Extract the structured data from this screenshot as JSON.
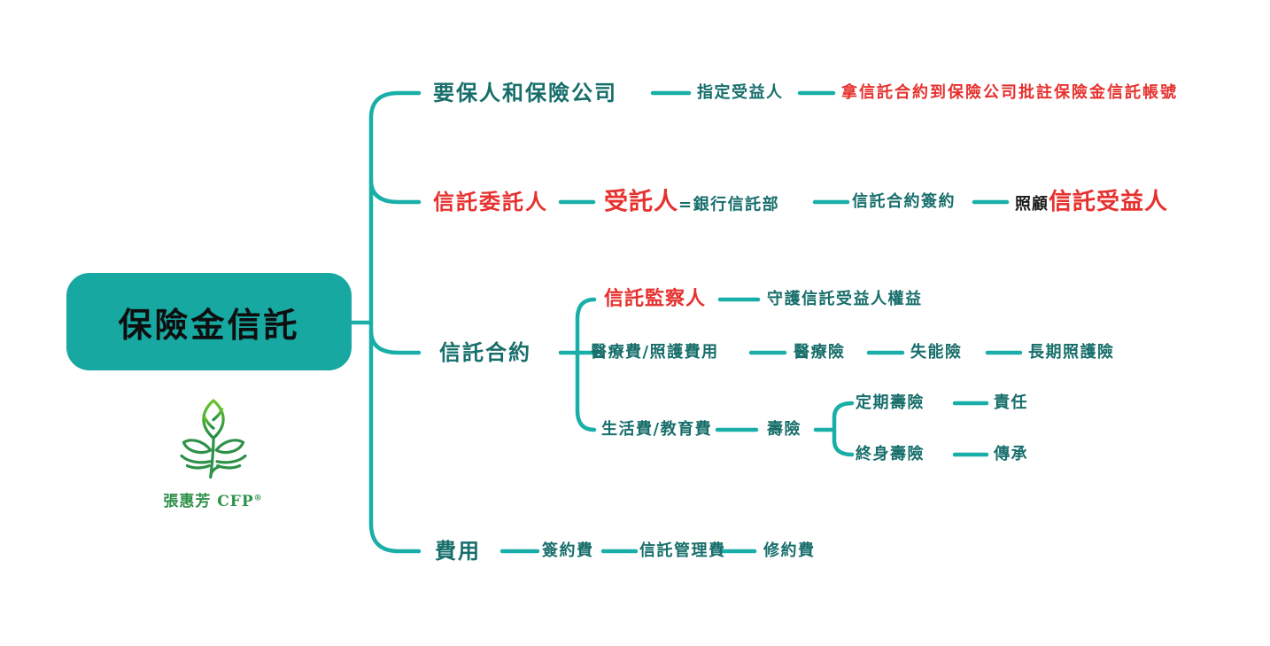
{
  "palette": {
    "line_teal": "#19AFA8",
    "root_fill": "#17A8A2",
    "teal_text": "#176E6B",
    "red_text": "#E6312E",
    "dark_text": "#1C1C1C",
    "logo_green": "#2E9149",
    "logo_green_light": "#6CC52F"
  },
  "logo": {
    "icon": "seedling-leaf-logo",
    "name": "張惠芳 CFP",
    "registered": "®"
  },
  "mindmap": {
    "root": "保險金信託",
    "branch1": {
      "label": "要保人和保險公司",
      "child1": "指定受益人",
      "child2": "拿信託合約到保險公司批註保險金信託帳號"
    },
    "branch2": {
      "label": "信託委託人",
      "trustee": "受託人",
      "trustee_suffix": "=銀行信託部",
      "signing": "信託合約簽約",
      "care_prefix": "照顧",
      "beneficiary": "信託受益人"
    },
    "branch3": {
      "label": "信託合約",
      "supervisor": "信託監察人",
      "supervisor_role": "守護信託受益人權益",
      "medical": "醫療費/照護費用",
      "medical_chain": [
        "醫療險",
        "失能險",
        "長期照護險"
      ],
      "living": "生活費/教育費",
      "life": "壽險",
      "term": "定期壽險",
      "term_value": "責任",
      "whole": "終身壽險",
      "whole_value": "傳承"
    },
    "branch4": {
      "label": "費用",
      "fees": [
        "簽約費",
        "信託管理費",
        "修約費"
      ]
    }
  }
}
